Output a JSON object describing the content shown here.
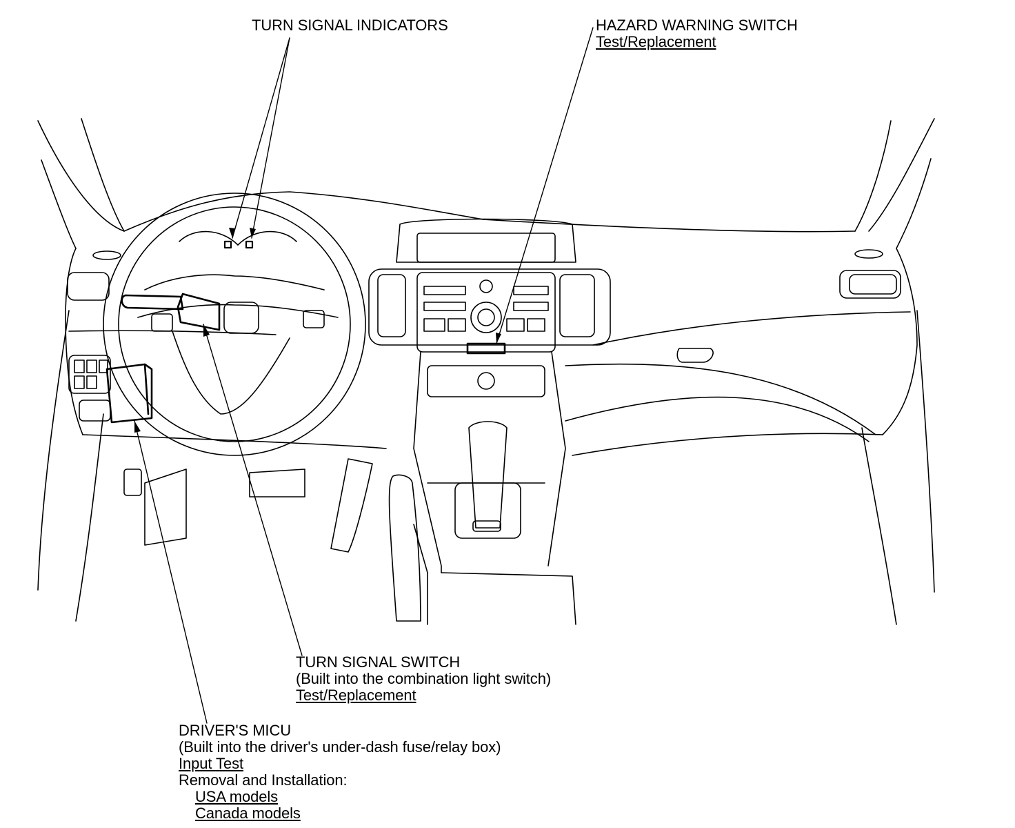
{
  "labels": {
    "turn_signal_indicators": {
      "title": "TURN SIGNAL INDICATORS"
    },
    "hazard_warning_switch": {
      "title": "HAZARD WARNING SWITCH",
      "link": "Test/Replacement"
    },
    "turn_signal_switch": {
      "title": "TURN SIGNAL SWITCH",
      "note": "(Built into the combination light switch)",
      "link": "Test/Replacement"
    },
    "drivers_micu": {
      "title": "DRIVER'S MICU",
      "note": "(Built into the driver's under-dash fuse/relay box)",
      "link_input_test": "Input Test",
      "removal_heading": "Removal and Installation:",
      "link_usa": "USA models",
      "link_canada": "Canada models"
    }
  },
  "colors": {
    "line": "#000000",
    "background": "#ffffff"
  }
}
